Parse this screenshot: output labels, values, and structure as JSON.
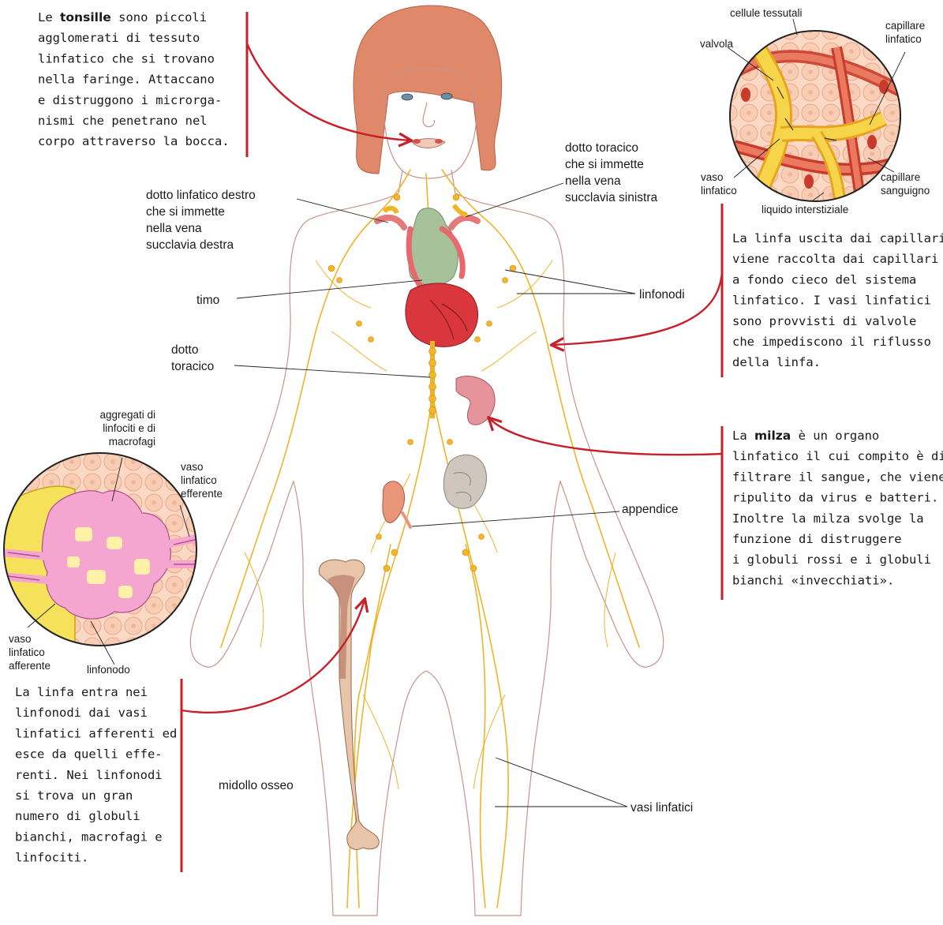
{
  "colors": {
    "accent_red": "#c8202a",
    "lymph_yellow": "#f0b429",
    "heart_red": "#d9363e",
    "thymus_green": "#a7c29a",
    "hair": "#e0886a",
    "spleen": "#e5949b",
    "bone": "#e8c5a8",
    "node_pink": "#f4a6d0"
  },
  "paragraphs": {
    "tonsille": {
      "lines": [
        {
          "pre": "Le ",
          "bold": "tonsille",
          "post": " sono piccoli"
        },
        {
          "text": "agglomerati di tessuto"
        },
        {
          "text": "linfatico che si trovano"
        },
        {
          "text": "nella faringe. Attaccano"
        },
        {
          "text": "e distruggono i microrga-"
        },
        {
          "text": "nismi che penetrano nel"
        },
        {
          "text": "corpo attraverso la bocca."
        }
      ]
    },
    "linfa_capillari": {
      "lines": [
        {
          "text": "La linfa uscita dai capillari"
        },
        {
          "text": "viene raccolta dai capillari"
        },
        {
          "text": "a fondo cieco del sistema"
        },
        {
          "text": "linfatico. I vasi linfatici"
        },
        {
          "text": "sono provvisti di valvole"
        },
        {
          "text": "che impediscono il riflusso"
        },
        {
          "text": "della linfa."
        }
      ]
    },
    "milza": {
      "lines": [
        {
          "pre": "La ",
          "bold": "milza",
          "post": " è un organo"
        },
        {
          "text": "linfatico il cui compito è di"
        },
        {
          "text": "filtrare il sangue, che viene"
        },
        {
          "text": "ripulito da virus e batteri."
        },
        {
          "text": "Inoltre la milza svolge la"
        },
        {
          "text": "funzione di distruggere"
        },
        {
          "text": "i globuli rossi e i globuli"
        },
        {
          "text": "bianchi «invecchiati»."
        }
      ]
    },
    "linfonodi": {
      "lines": [
        {
          "text": "La linfa entra nei"
        },
        {
          "text": "linfonodi dai vasi"
        },
        {
          "text": "linfatici afferenti ed"
        },
        {
          "text": "esce da quelli effe-"
        },
        {
          "text": "renti. Nei linfonodi"
        },
        {
          "text": "si trova un gran"
        },
        {
          "text": "numero di globuli"
        },
        {
          "text": "bianchi, macrofagi e"
        },
        {
          "text": "linfociti."
        }
      ]
    }
  },
  "labels": {
    "dotto_toracico_sx": [
      "dotto toracico",
      "che si immette",
      "nella vena",
      "succlavia sinistra"
    ],
    "dotto_linfatico_dx": [
      "dotto linfatico destro",
      "che si immette",
      "nella vena",
      "succlavia destra"
    ],
    "timo": [
      "timo"
    ],
    "linfonodi": [
      "linfonodi"
    ],
    "dotto_toracico": [
      "dotto",
      "toracico"
    ],
    "appendice": [
      "appendice"
    ],
    "midollo_osseo": [
      "midollo osseo"
    ],
    "vasi_linfatici": [
      "vasi linfatici"
    ]
  },
  "inset_capillary": {
    "cellule_tessutali": [
      "cellule tessutali"
    ],
    "valvola": [
      "valvola"
    ],
    "capillare_linfatico": [
      "capillare",
      "linfatico"
    ],
    "vaso_linfatico": [
      "vaso",
      "linfatico"
    ],
    "capillare_sanguigno": [
      "capillare",
      "sanguigno"
    ],
    "liquido_interstiziale": [
      "liquido interstiziale"
    ]
  },
  "inset_node": {
    "aggregati": [
      "aggregati di",
      "linfociti e di",
      "macrofagi"
    ],
    "vaso_efferente": [
      "vaso",
      "linfatico",
      "efferente"
    ],
    "vaso_afferente": [
      "vaso",
      "linfatico",
      "afferente"
    ],
    "linfonodo": [
      "linfonodo"
    ]
  }
}
